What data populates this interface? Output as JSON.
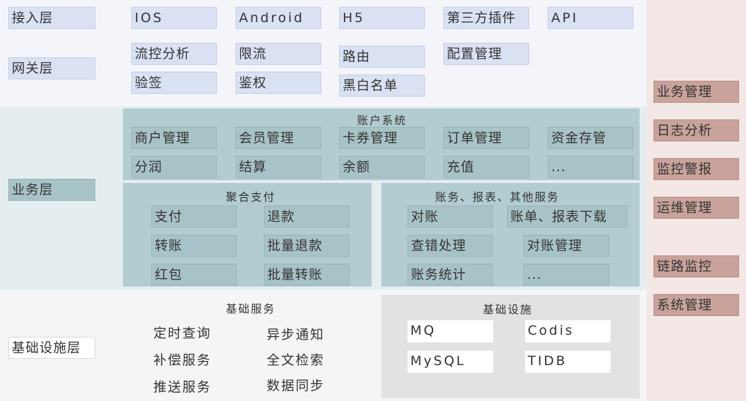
{
  "access_layer": {
    "label": "接入层",
    "items": [
      "IOS",
      "Android",
      "H5",
      "第三方插件",
      "API"
    ]
  },
  "gateway_layer": {
    "label": "网关层",
    "items": [
      "流控分析",
      "限流",
      "路由",
      "配置管理",
      "验签",
      "鉴权",
      "黑白名单"
    ]
  },
  "business_layer": {
    "label": "业务层",
    "account_system": {
      "title": "账户系统",
      "items": [
        "商户管理",
        "会员管理",
        "卡券管理",
        "订单管理",
        "资金存管",
        "分润",
        "结算",
        "余额",
        "充值",
        "..."
      ]
    },
    "aggregate_payment": {
      "title": "聚合支付",
      "items": [
        "支付",
        "退款",
        "转账",
        "批量退款",
        "红包",
        "批量转账"
      ]
    },
    "accounting_services": {
      "title": "账务、报表、其他服务",
      "items": [
        "对账",
        "账单、报表下载",
        "查错处理",
        "对账管理",
        "账务统计",
        "..."
      ]
    }
  },
  "infrastructure_layer": {
    "label": "基础设施层",
    "basic_services": {
      "title": "基础服务",
      "items": [
        "定时查询",
        "异步通知",
        "补偿服务",
        "全文检索",
        "推送服务",
        "数据同步"
      ]
    },
    "basic_facilities": {
      "title": "基础设施",
      "items": [
        "MQ",
        "Codis",
        "MySQL",
        "TIDB"
      ]
    }
  },
  "side_panel": {
    "items": [
      "业务管理",
      "日志分析",
      "监控警报",
      "运维管理",
      "链路监控",
      "系统管理"
    ]
  },
  "colors": {
    "lavender": "#d9e1f3",
    "teal": "#a8c3c8",
    "rose": "#c9a39b",
    "gray": "#e2e2e2"
  }
}
